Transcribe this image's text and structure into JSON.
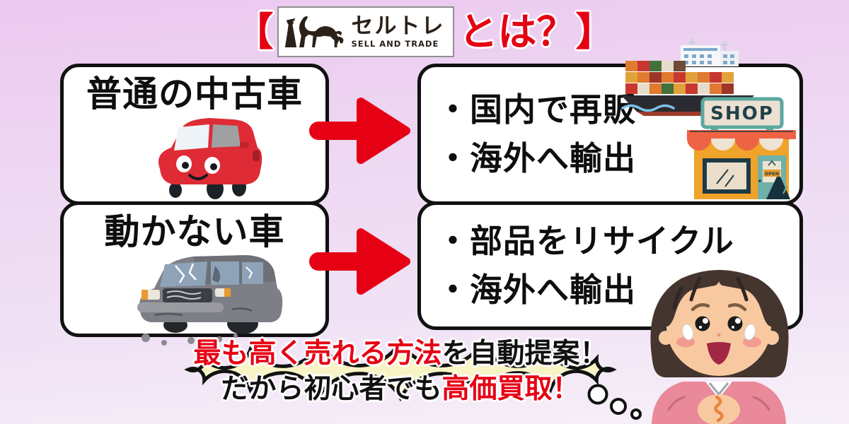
{
  "title": {
    "bracket_open": "【",
    "suffix": "とは？",
    "bracket_close": "】",
    "logo": {
      "brand": "セルトレ",
      "subtitle": "SELL AND TRADE"
    }
  },
  "boxes": {
    "source_normal": {
      "label": "普通の中古車"
    },
    "source_broken": {
      "label": "動かない車"
    },
    "result_normal": {
      "items": [
        "・国内で再販",
        "・海外へ輸出"
      ]
    },
    "result_broken": {
      "items": [
        "・部品をリサイクル",
        "・海外へ輸出"
      ]
    }
  },
  "bubble": {
    "line1_highlight": "最も高く売れる方法",
    "line1_rest": "を自動提案！",
    "line2_lead": "だから初心者でも",
    "line2_highlight": "高価買取！"
  },
  "illustrations": {
    "shop_sign": "SHOP",
    "shop_door_sign": "OPEN"
  },
  "colors": {
    "accent_red": "#e60014",
    "bubble_yellow": "#f9f4c6",
    "box_border": "#111111",
    "background_top": "#ebc9ef",
    "background_bottom": "#f7f0f8"
  }
}
